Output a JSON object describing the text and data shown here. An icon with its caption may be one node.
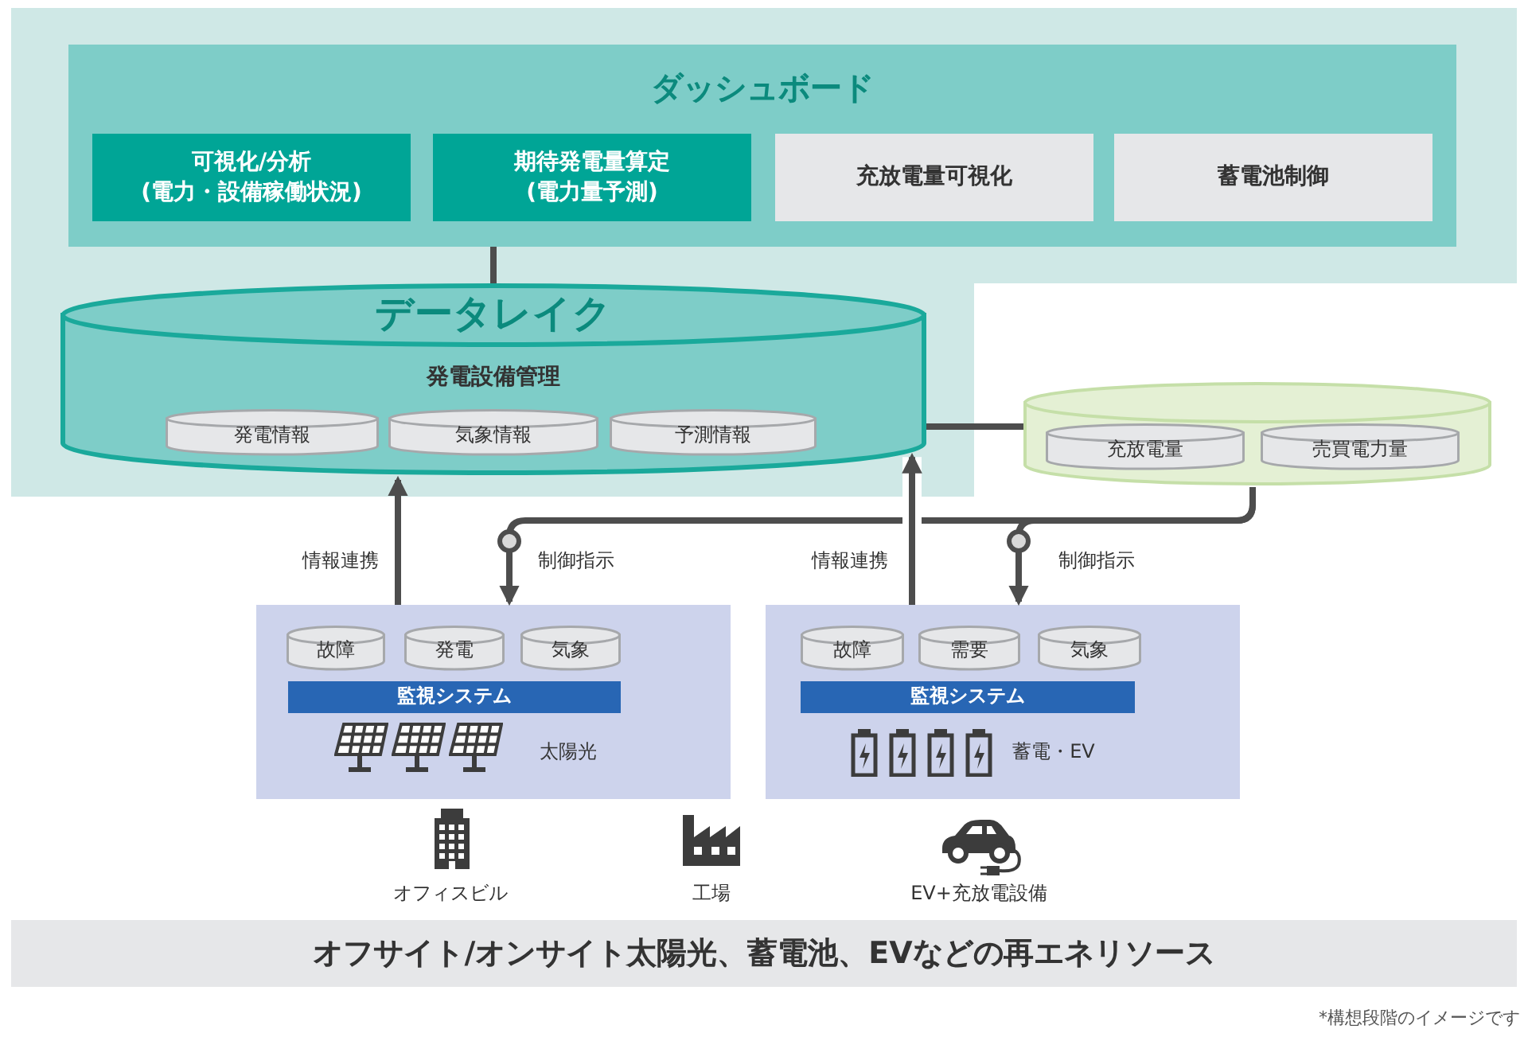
{
  "diagram": {
    "nodes": [
      {
        "text": [],
        "shape": "box"
      },
      {
        "text": [
          "ダッシュボード"
        ],
        "in": 0
      },
      {
        "text": [
          "可視化/分析 (電力・設備稼働状況)"
        ],
        "in": 1
      },
      {
        "text": [
          "期待発電量算定 (電力量予測)"
        ],
        "in": 1
      },
      {
        "text": [
          "充放電量可視化"
        ],
        "in": 1
      },
      {
        "text": [
          "蓄電池制御"
        ],
        "in": 1
      },
      {
        "text": [
          "データレイク",
          "発電設備管理"
        ],
        "in": 0
      },
      {
        "text": [
          "発電情報"
        ],
        "in": 6
      },
      {
        "text": [
          "気象情報"
        ],
        "in": 6
      },
      {
        "text": [
          "予測情報"
        ],
        "in": 6
      },
      {
        "text": [],
        "shape": "cylinder"
      },
      {
        "text": [
          "充放電量"
        ],
        "in": 10
      },
      {
        "text": [
          "売買電力量"
        ],
        "in": 10
      },
      {
        "text": [
          "太陽光"
        ]
      },
      {
        "text": [
          "故障"
        ],
        "in": 13
      },
      {
        "text": [
          "発電"
        ],
        "in": 13
      },
      {
        "text": [
          "気象"
        ],
        "in": 13
      },
      {
        "text": [
          "監視システム"
        ],
        "in": 13
      },
      {
        "text": [
          "蓄電・EV"
        ]
      },
      {
        "text": [
          "故障"
        ],
        "in": 18
      },
      {
        "text": [
          "需要"
        ],
        "in": 18
      },
      {
        "text": [
          "気象"
        ],
        "in": 18
      },
      {
        "text": [
          "監視システム"
        ],
        "in": 18
      },
      {
        "text": [
          "オフサイト/オンサイト太陽光、蓄電池、EVなどの再エネリソース"
        ]
      }
    ],
    "edges": [
      {
        "from": 1,
        "to": 6,
        "arrow": "none"
      },
      {
        "from": 6,
        "to": 10,
        "arrow": "none"
      },
      {
        "from": 13,
        "to": 6,
        "arrow": "to",
        "label": "情報連携"
      },
      {
        "from": 10,
        "to": 13,
        "arrow": "to",
        "label": "制御指示"
      },
      {
        "from": 18,
        "to": 6,
        "arrow": "to",
        "label": "情報連携"
      },
      {
        "from": 10,
        "to": 18,
        "arrow": "to",
        "label": "制御指示"
      }
    ],
    "labels": [
      "オフィスビル",
      "工場",
      "EV+充放電設備",
      "*構想段階のイメージです"
    ]
  }
}
